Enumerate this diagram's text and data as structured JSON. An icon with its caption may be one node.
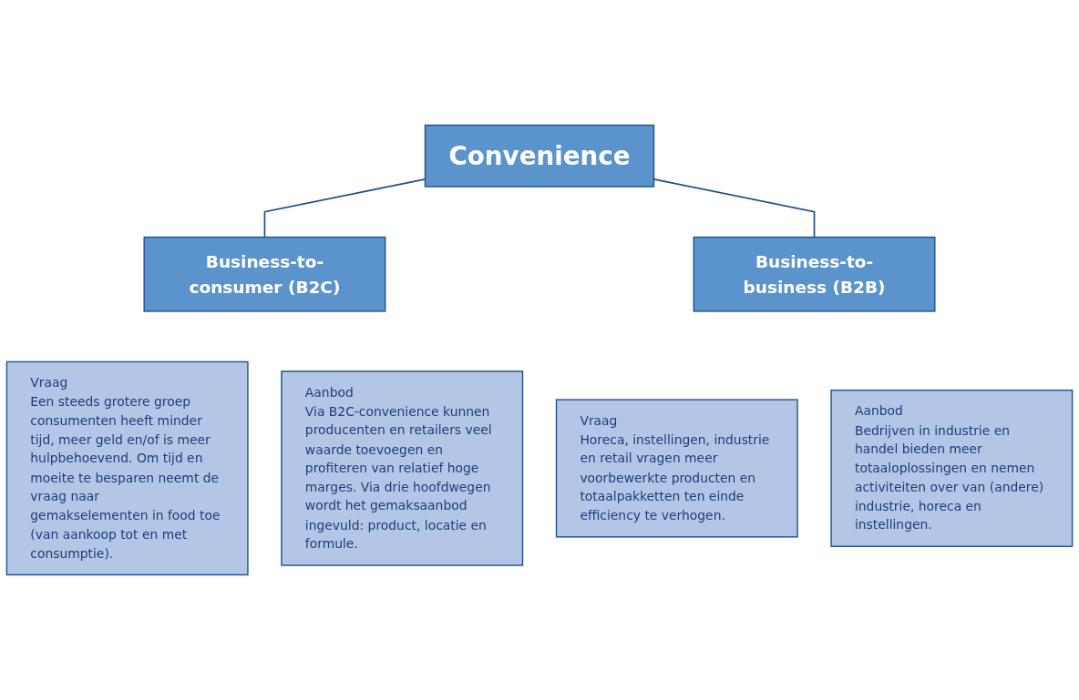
{
  "diagram": {
    "nodes": [
      {
        "text": [
          "Convenience"
        ]
      },
      {
        "text": [
          "Business-to-consumer (B2C)"
        ]
      },
      {
        "text": [
          "Business-to-business (B2B)"
        ]
      },
      {
        "text": [
          "Vraag",
          "Een steeds grotere groep consumenten heeft minder tijd, meer geld en/of is meer hulpbehoevend. Om tijd en moeite te besparen neemt de vraag naar gemakselementen in food toe (van aankoop tot en met consumptie)."
        ]
      },
      {
        "text": [
          "Aanbod",
          "Via B2C-convenience kunnen producenten en retailers veel waarde toevoegen en profiteren van relatief hoge marges. Via drie hoofdwegen wordt het gemaksaanbod ingevuld: product, locatie en formule."
        ]
      },
      {
        "text": [
          "Vraag",
          "Horeca, instellingen, industrie en retail vragen meer voorbewerkte producten en totaalpakketten ten einde efficiency te verhogen."
        ]
      },
      {
        "text": [
          "Aanbod",
          "Bedrijven in industrie en handel bieden meer totaaloplossingen en nemen activiteiten over van (andere) industrie, horeca en instellingen."
        ]
      }
    ],
    "edges": [
      {
        "from": 0,
        "to": 1,
        "arrow": "none"
      },
      {
        "from": 0,
        "to": 2,
        "arrow": "none"
      }
    ]
  }
}
